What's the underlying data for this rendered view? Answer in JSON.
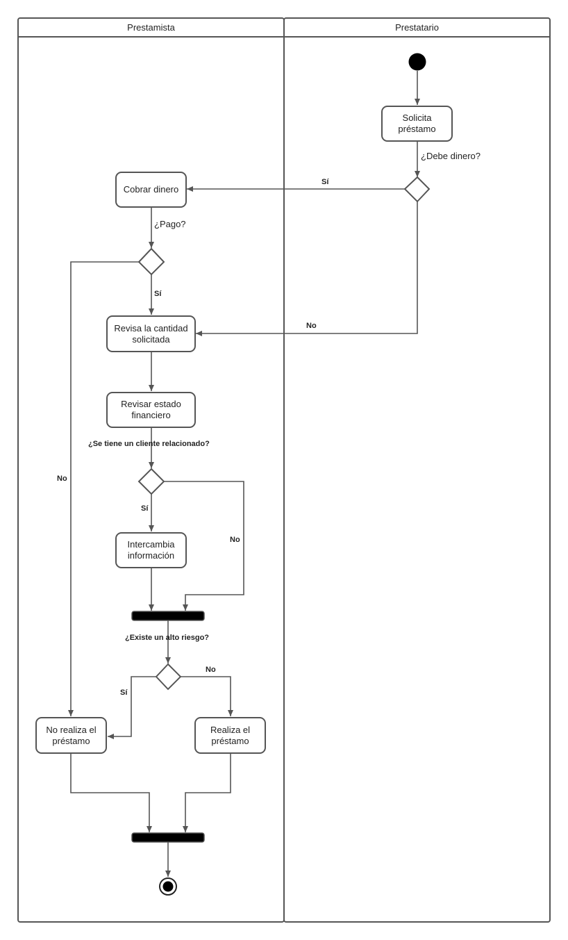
{
  "lanes": {
    "left": "Prestamista",
    "right": "Prestatario"
  },
  "activities": {
    "solicita": "Solicita préstamo",
    "cobrar": "Cobrar dinero",
    "revisa_cantidad": "Revisa la cantidad solicitada",
    "revisar_estado": "Revisar estado financiero",
    "intercambia": "Intercambia información",
    "no_realiza": "No realiza el préstamo",
    "realiza": "Realiza el préstamo"
  },
  "guards": {
    "debe_dinero": "¿Debe dinero?",
    "pago": "¿Pago?",
    "cliente_relacionado": "¿Se tiene un cliente relacionado?",
    "alto_riesgo": "¿Existe un alto riesgo?"
  },
  "edge_labels": {
    "debe_si": "Sí",
    "debe_no": "No",
    "pago_si": "Sí",
    "pago_no": "No",
    "cliente_si": "Sí",
    "cliente_no": "No",
    "riesgo_si": "Sí",
    "riesgo_no": "No"
  },
  "colors": {
    "line": "#555555",
    "bar": "#000000",
    "node_border": "#555555"
  }
}
